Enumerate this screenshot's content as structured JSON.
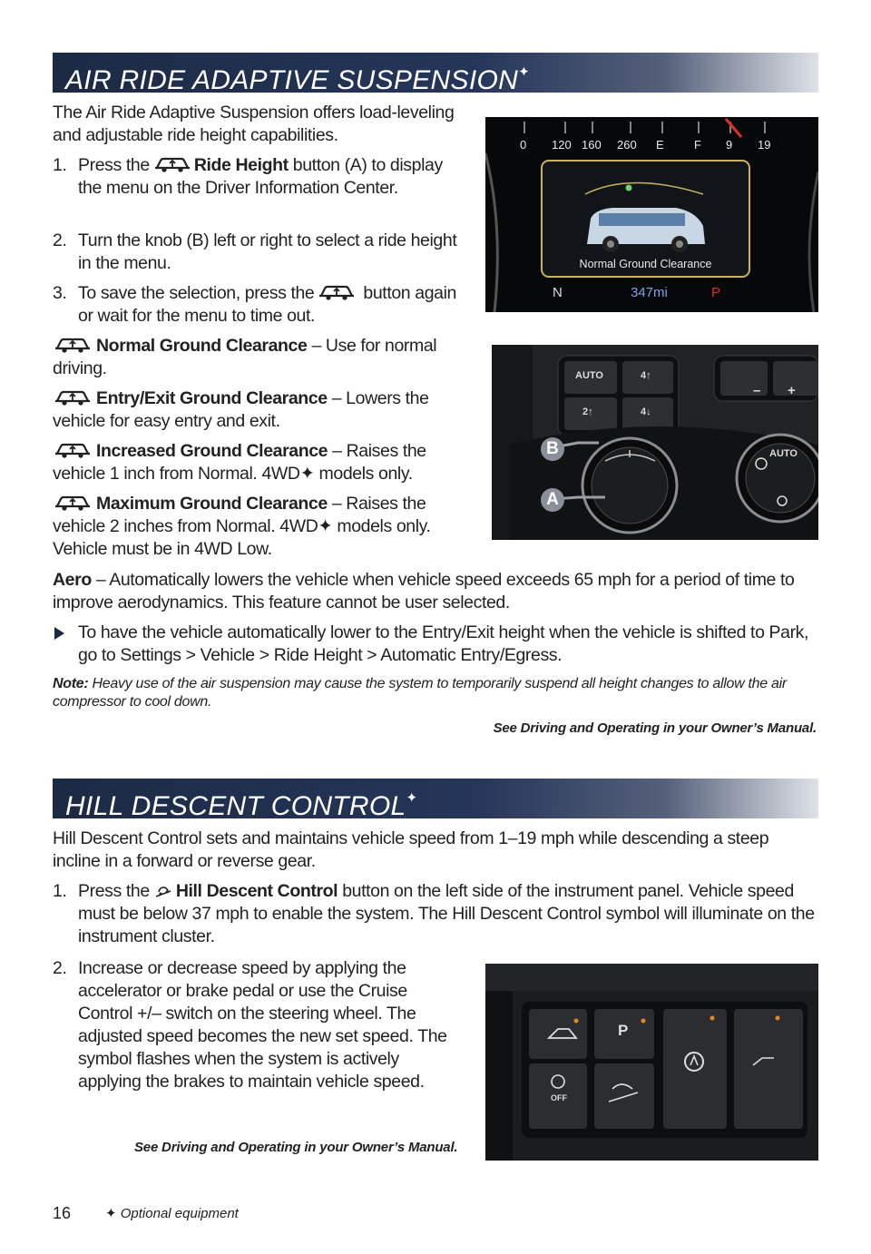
{
  "section1": {
    "title": "AIR RIDE ADAPTIVE SUSPENSION",
    "title_mark": "✦",
    "intro": "The Air Ride Adaptive Suspension offers load-leveling and adjustable ride height capabilities.",
    "steps": [
      {
        "num": "1.",
        "pre": "Press the",
        "bold": "Ride Height",
        "post": "button (A) to display the menu on the Driver Information Center."
      },
      {
        "num": "2.",
        "text": "Turn the knob (B) left or right to select a ride height in the menu."
      },
      {
        "num": "3.",
        "pre": "To save the selection, press the",
        "post": "button again or wait for the menu to time out."
      }
    ],
    "modes": [
      {
        "name": "Normal Ground Clearance",
        "desc": " – Use for normal driving."
      },
      {
        "name": "Entry/Exit Ground Clearance",
        "desc": " – Lowers the vehicle for easy entry and exit."
      },
      {
        "name": "Increased Ground Clearance",
        "desc": " – Raises the vehicle 1 inch from Normal. 4WD✦ models only."
      },
      {
        "name": "Maximum Ground Clearance",
        "desc": " – Raises the vehicle 2 inches from Normal. 4WD✦ models only. Vehicle must be in 4WD Low."
      }
    ],
    "aero_label": "Aero",
    "aero_text": " – Automatically lowers the vehicle when vehicle speed exceeds 65 mph for a period of time to improve aerodynamics. This feature cannot be user selected.",
    "bullet": "To have the vehicle automatically lower to the Entry/Exit height when the vehicle is shifted to Park, go to Settings > Vehicle > Ride Height >  Automatic Entry/Egress.",
    "note_label": "Note:",
    "note_text": " Heavy use of the air suspension may cause the system to temporarily suspend all height changes to allow the air compressor to cool down.",
    "see": "See Driving and Operating in your Owner’s Manual.",
    "cluster": {
      "gauges": [
        "0",
        "120",
        "160",
        "260",
        "E",
        "F",
        "9",
        "19"
      ],
      "screen_label": "Normal Ground Clearance",
      "gear_left": "N",
      "odometer": "347mi",
      "gear_right": "P"
    },
    "panel": {
      "labels": [
        "AUTO",
        "4↑",
        "2↑",
        "4↓",
        "AUTO",
        "–",
        "+"
      ],
      "callout_b": "B",
      "callout_a": "A"
    }
  },
  "section2": {
    "title": "HILL DESCENT CONTROL",
    "title_mark": "✦",
    "intro": "Hill Descent Control sets and maintains vehicle speed from 1–19 mph while descending a steep incline in a forward or reverse gear.",
    "steps": [
      {
        "num": "1.",
        "pre": "Press the",
        "bold": "Hill Descent Control",
        "post": "button on the left side of the instrument panel. Vehicle speed must be below 37 mph to enable the system. The Hill Descent Control symbol will illuminate on the instrument cluster."
      },
      {
        "num": "2.",
        "text": "Increase or decrease speed by applying the accelerator or brake pedal or use the Cruise Control +/– switch on the steering wheel. The adjusted speed becomes the new set speed. The symbol flashes when the system is actively applying the brakes to maintain vehicle speed."
      }
    ],
    "see": "See Driving and Operating in your Owner’s Manual.",
    "switch_labels": [
      "P",
      "OFF"
    ]
  },
  "footer": {
    "page_number": "16",
    "mark": "✦",
    "optional": "Optional equipment"
  },
  "colors": {
    "banner": "#1c2a44",
    "callout": "#8a9099",
    "cluster_screen": "#c9b25a"
  }
}
